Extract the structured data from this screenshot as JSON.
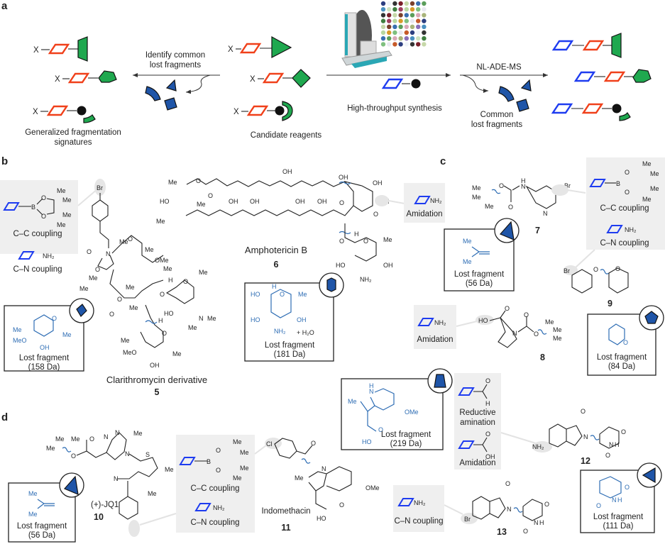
{
  "panels": {
    "a": "a",
    "b": "b",
    "c": "c",
    "d": "d"
  },
  "colors": {
    "scaffold_red": "#f0401a",
    "scaffold_blue": "#1e3cf0",
    "fragment_blue": "#1f55a8",
    "signature_green": "#1fa84f",
    "highlight_gray": "#efefef",
    "lost_fragment_text": "#2e6db4"
  },
  "panel_a": {
    "x_label": "X",
    "left_caption": [
      "Generalized fragmentation",
      "signatures"
    ],
    "identify_label": [
      "Identify common",
      "lost fragments"
    ],
    "candidate_caption": "Candidate reagents",
    "hts_caption": "High-throughput synthesis",
    "method_label": "NL-ADE-MS",
    "common_caption": [
      "Common",
      "lost fragments"
    ],
    "icons": [
      "instrument-icon",
      "well-plate-icon"
    ]
  },
  "panel_b": {
    "compound5": {
      "name": "Clarithromycin derivative",
      "number": "5"
    },
    "compound6": {
      "name": "Amphotericin B",
      "number": "6"
    },
    "reaction_cc": "C–C coupling",
    "reaction_cn": "C–N coupling",
    "reaction_amidation": "Amidation",
    "lost5": {
      "label": "Lost fragment",
      "mass": "(158 Da)",
      "icon": "square-fragment-icon"
    },
    "lost6": {
      "label": "Lost fragment",
      "mass": "(181 Da)",
      "extra": "+ H₂O",
      "icon": "hexagon-fragment-icon"
    },
    "atoms": {
      "me": "Me",
      "br": "Br",
      "o": "O",
      "n": "N",
      "oh": "OH",
      "ho": "HO",
      "ome": "OMe",
      "meo": "MeO",
      "nh2": "NH₂",
      "h": "H",
      "b": "B"
    }
  },
  "panel_c": {
    "compound7": "7",
    "compound8": "8",
    "compound9": "9",
    "reaction_cc": "C–C coupling",
    "reaction_cn": "C–N coupling",
    "reaction_amidation": "Amidation",
    "lost7": {
      "label": "Lost fragment",
      "mass": "(56 Da)",
      "icon": "triangle-fragment-icon"
    },
    "lost9": {
      "label": "Lost fragment",
      "mass": "(84 Da)",
      "icon": "pentagon-fragment-icon"
    }
  },
  "panel_d": {
    "compound10": {
      "name": "(+)-JQ1",
      "number": "10"
    },
    "compound11": {
      "name": "Indomethacin",
      "number": "11"
    },
    "compound12": "12",
    "compound13": "13",
    "reaction_cc": "C–C coupling",
    "reaction_cn": "C–N coupling",
    "reaction_reductive": [
      "Reductive",
      "amination"
    ],
    "reaction_amidation": "Amidation",
    "lost10": {
      "label": "Lost fragment",
      "mass": "(56 Da)",
      "icon": "triangle-fragment-icon"
    },
    "lost11": {
      "label": "Lost fragment",
      "mass": "(219 Da)",
      "icon": "trapezoid-fragment-icon"
    },
    "lost12": {
      "label": "Lost fragment",
      "mass": "(111 Da)",
      "icon": "triangle-fragment-icon"
    },
    "atoms": {
      "cl": "Cl",
      "s": "S"
    }
  }
}
